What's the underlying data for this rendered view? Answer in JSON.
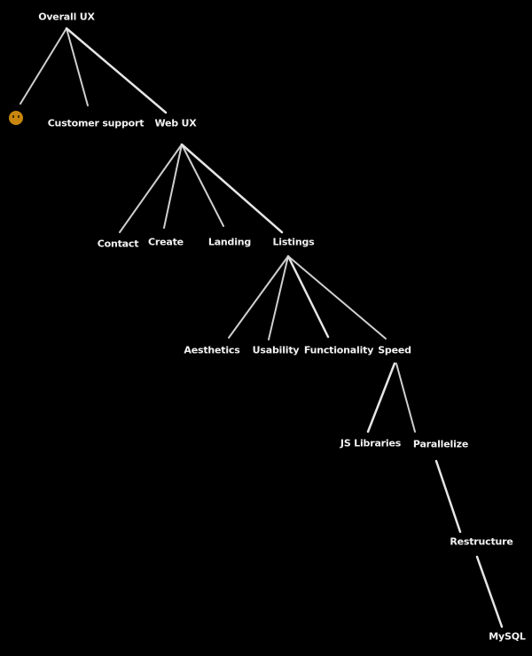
{
  "nodes": {
    "root": "Overall UX",
    "thinking": "🤔",
    "customer_support": "Customer support",
    "web_ux": "Web UX",
    "contact": "Contact",
    "create": "Create",
    "landing": "Landing",
    "listings": "Listings",
    "aesthetics": "Aesthetics",
    "usability": "Usability",
    "functionality": "Functionality",
    "speed": "Speed",
    "js_libraries": "JS Libraries",
    "parallelize": "Parallelize",
    "restructure": "Restructure",
    "mysql": "MySQL"
  },
  "edges": [
    [
      "root",
      "thinking"
    ],
    [
      "root",
      "customer_support"
    ],
    [
      "root",
      "web_ux"
    ],
    [
      "web_ux",
      "contact"
    ],
    [
      "web_ux",
      "create"
    ],
    [
      "web_ux",
      "landing"
    ],
    [
      "web_ux",
      "listings"
    ],
    [
      "listings",
      "aesthetics"
    ],
    [
      "listings",
      "usability"
    ],
    [
      "listings",
      "functionality"
    ],
    [
      "listings",
      "speed"
    ],
    [
      "speed",
      "js_libraries"
    ],
    [
      "speed",
      "parallelize"
    ],
    [
      "parallelize",
      "restructure"
    ],
    [
      "restructure",
      "mysql"
    ]
  ],
  "colors": {
    "background": "#000000",
    "text": "#f2f2f2",
    "line": "#d0d0d0"
  }
}
